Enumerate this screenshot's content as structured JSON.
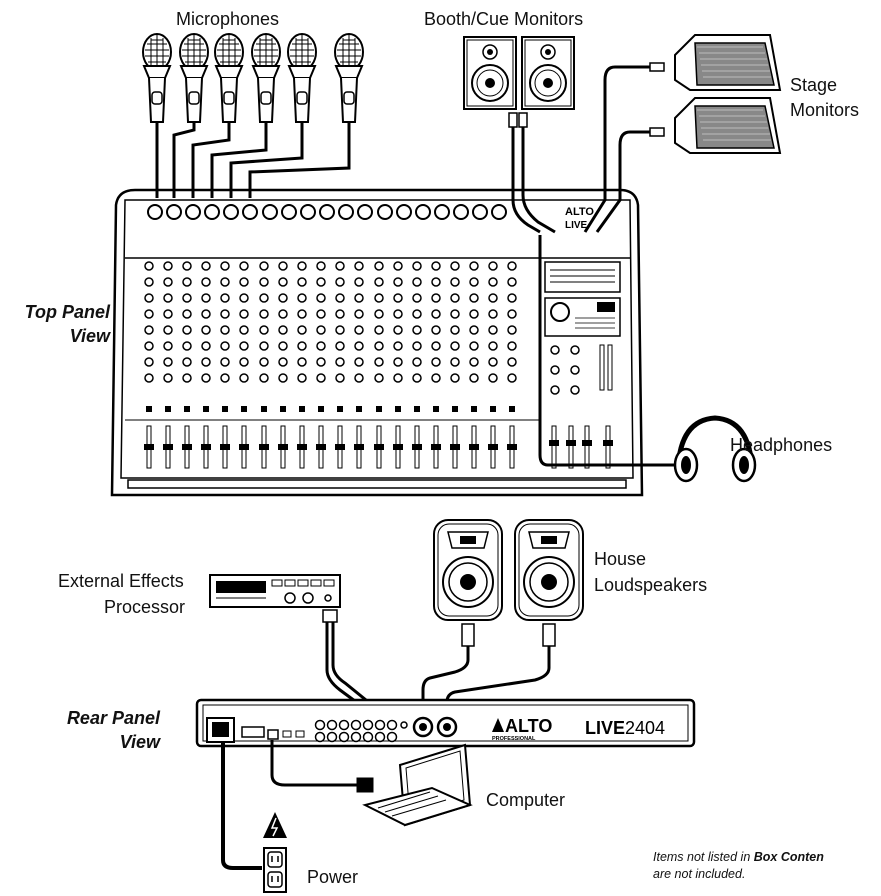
{
  "labels": {
    "microphones": "Microphones",
    "booth_cue_monitors": "Booth/Cue Monitors",
    "stage_monitors_1": "Stage",
    "stage_monitors_2": "Monitors",
    "headphones": "Headphones",
    "external_effects_1": "External Effects",
    "external_effects_2": "Processor",
    "house_loudspeakers_1": "House",
    "house_loudspeakers_2": "Loudspeakers",
    "computer": "Computer",
    "power": "Power"
  },
  "views": {
    "top_panel_1": "Top Panel",
    "top_panel_2": "View",
    "rear_panel_1": "Rear Panel",
    "rear_panel_2": "View"
  },
  "rear_panel": {
    "brand": "ALTO",
    "brand_sub": "PROFESSIONAL",
    "model_prefix": "LIVE",
    "model_number": "2404"
  },
  "top_panel": {
    "brand": "ALTO",
    "model": "LIVE"
  },
  "note": {
    "line1_prefix": "Items not listed in ",
    "line1_bold": "Box Conten",
    "line2": "are not included."
  },
  "icons": [
    "microphone-icon",
    "studio-monitor-icon",
    "stage-wedge-icon",
    "headphones-icon",
    "effects-processor-icon",
    "loudspeaker-icon",
    "laptop-icon",
    "power-outlet-icon",
    "warning-icon"
  ]
}
